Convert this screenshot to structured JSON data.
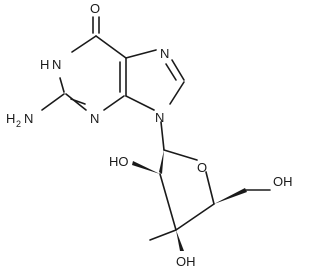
{
  "diagram": {
    "type": "chemical-structure",
    "atom_labels": {
      "O_carbonyl": "O",
      "NH_ring": "H",
      "NH_ring_N": "N",
      "N7": "N",
      "N3": "N",
      "N9": "N",
      "NH2_H": "H",
      "NH2_sub": "2",
      "NH2_N": "N",
      "O_ring": "O",
      "HO_2prime": "HO",
      "OH_3prime": "OH",
      "OH_5prime": "OH"
    }
  }
}
